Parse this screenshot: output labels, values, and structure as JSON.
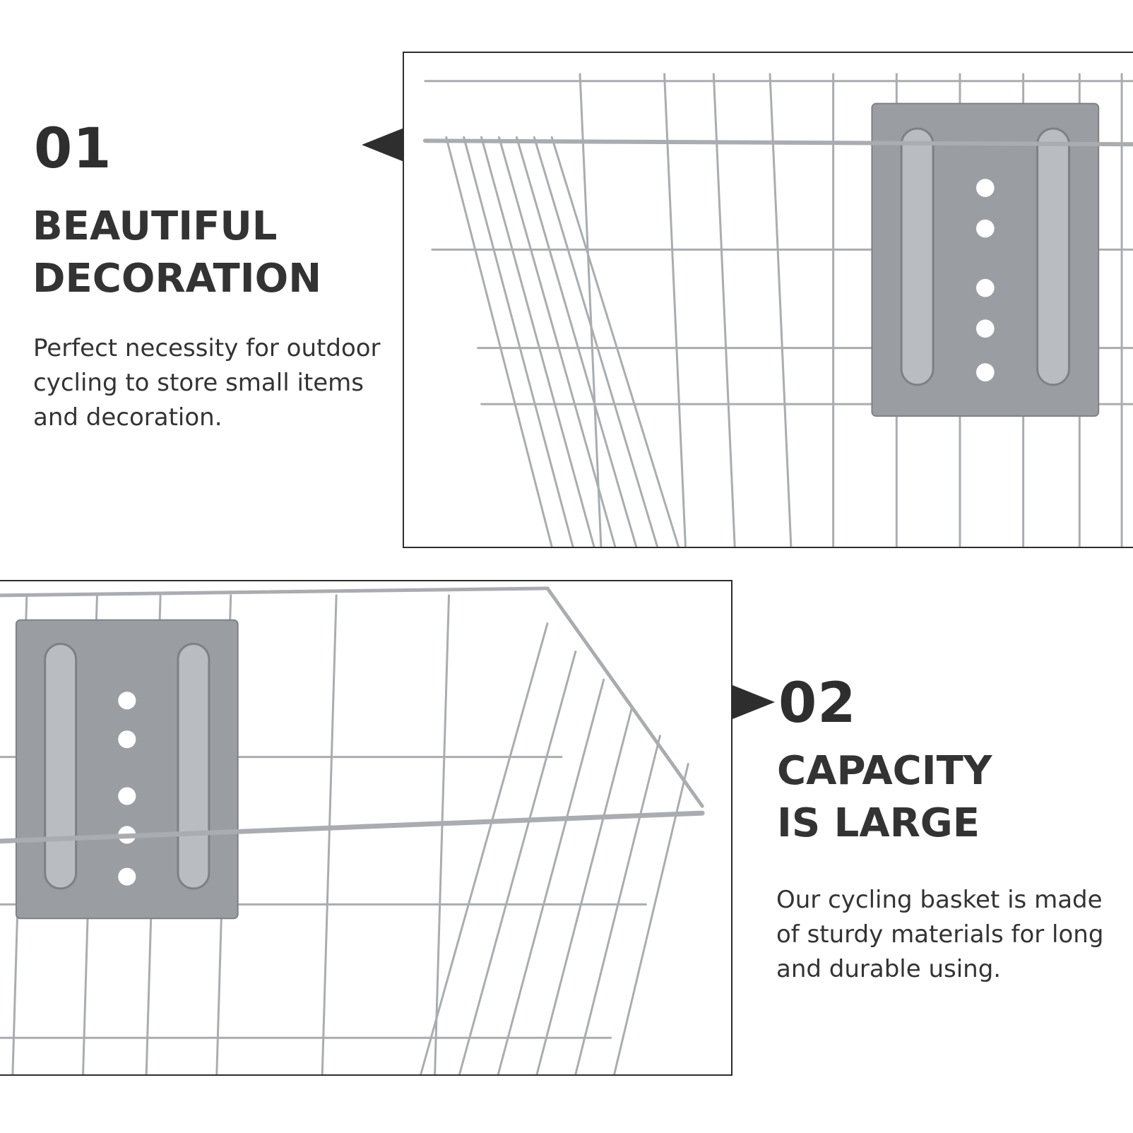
{
  "section1": {
    "number": "01",
    "heading_line1": "BEAUTIFUL",
    "heading_line2": "DECORATION",
    "description_lines": [
      "Perfect necessity for outdoor",
      "cycling to store small items",
      "and decoration."
    ]
  },
  "section2": {
    "number": "02",
    "heading_line1": "CAPACITY",
    "heading_line2": "IS LARGE",
    "description_lines": [
      "Our cycling basket is made",
      "of sturdy materials for long",
      "and durable using."
    ]
  },
  "colors": {
    "text": "#333333",
    "frame": "#2e2e2e",
    "wire": "#a9acb0",
    "plate": "#9a9ea3"
  }
}
